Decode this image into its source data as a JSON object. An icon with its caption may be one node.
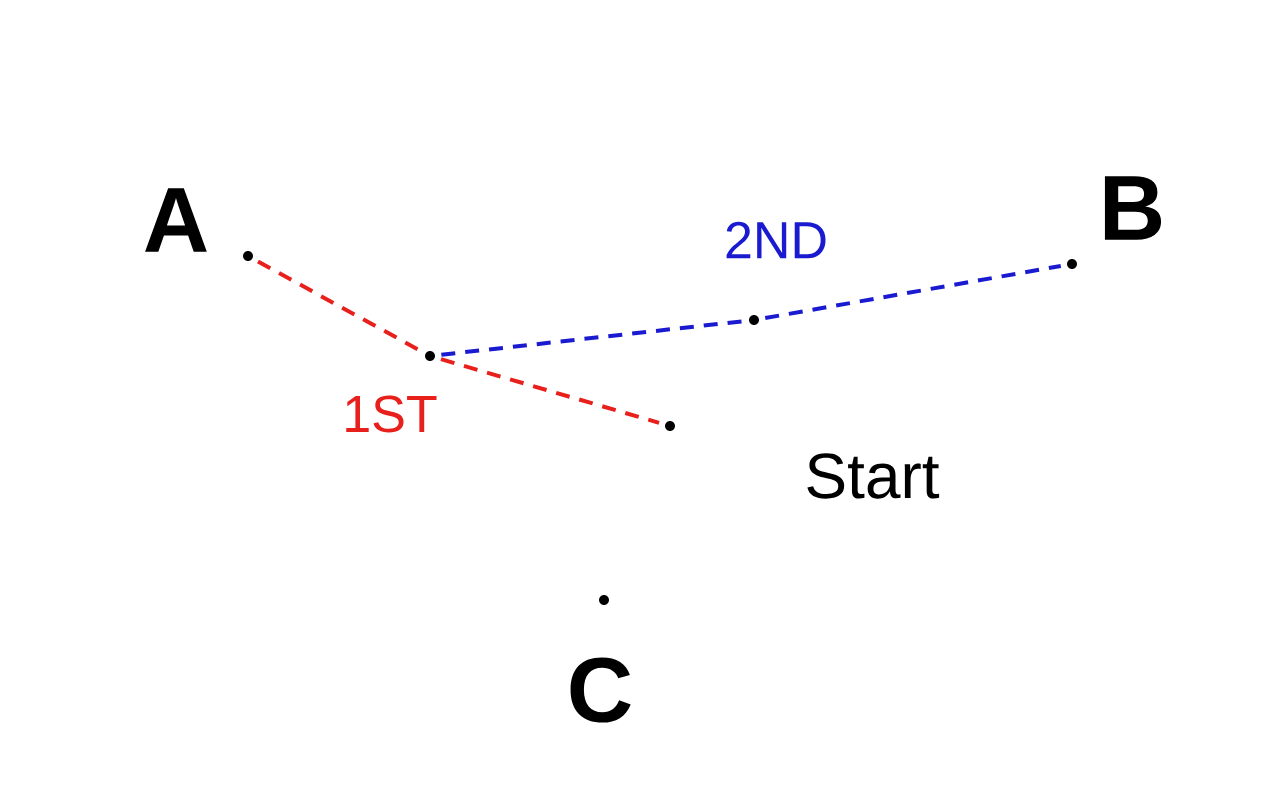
{
  "diagram": {
    "nodes": [
      {
        "text": [],
        "shape": "circle",
        "beside": [
          "A"
        ]
      },
      {
        "text": [],
        "shape": "circle",
        "beside": [
          "B"
        ]
      },
      {
        "text": [],
        "shape": "circle"
      },
      {
        "text": [],
        "shape": "circle"
      },
      {
        "text": [],
        "shape": "circle",
        "beside": [
          "Start"
        ]
      },
      {
        "text": [],
        "shape": "circle",
        "beside": [
          "C"
        ]
      }
    ],
    "edges": [
      {
        "from": 0,
        "to": 2,
        "arrow": "none",
        "style": "dashed",
        "color": "#e8201c"
      },
      {
        "from": 2,
        "to": 4,
        "arrow": "none",
        "style": "dashed",
        "color": "#e8201c",
        "label": "1ST"
      },
      {
        "from": 2,
        "to": 3,
        "arrow": "none",
        "style": "dashed",
        "color": "#1a1ad0"
      },
      {
        "from": 3,
        "to": 1,
        "arrow": "none",
        "style": "dashed",
        "color": "#1a1ad0",
        "label": "2ND"
      }
    ]
  }
}
